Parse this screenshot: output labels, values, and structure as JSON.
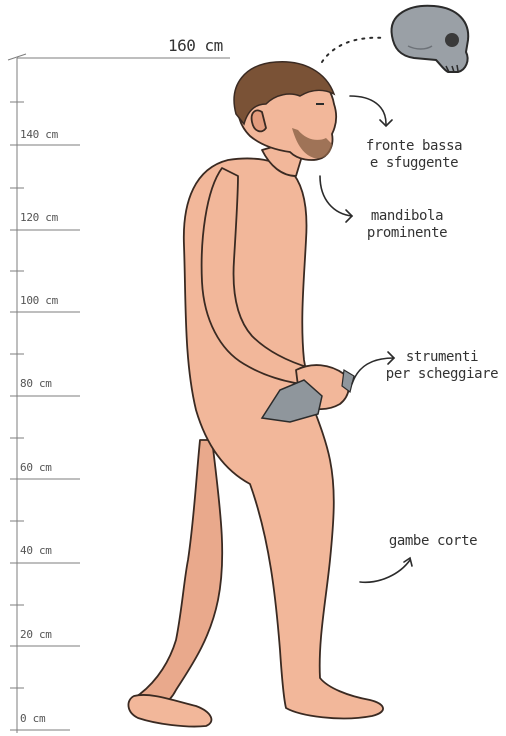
{
  "height_scale": {
    "max_label": "160 cm",
    "ticks": [
      {
        "label": "140 cm",
        "cm": 140
      },
      {
        "label": "120 cm",
        "cm": 120
      },
      {
        "label": "100 cm",
        "cm": 100
      },
      {
        "label": "80 cm",
        "cm": 80
      },
      {
        "label": "60 cm",
        "cm": 60
      },
      {
        "label": "40 cm",
        "cm": 40
      },
      {
        "label": "20 cm",
        "cm": 20
      },
      {
        "label": "0 cm",
        "cm": 0
      }
    ]
  },
  "annotations": {
    "forehead": [
      "fronte bassa",
      "e sfuggente"
    ],
    "jaw": [
      "mandibola",
      "prominente"
    ],
    "tools": [
      "strumenti",
      "per scheggiare"
    ],
    "legs": [
      "gambe corte"
    ]
  },
  "colors": {
    "skin": "#f2b79a",
    "skin_shadow": "#e39c7e",
    "hair": "#7a5236",
    "stone": "#8f969c",
    "skull": "#9aa0a6",
    "ink": "#2b2b2b"
  }
}
